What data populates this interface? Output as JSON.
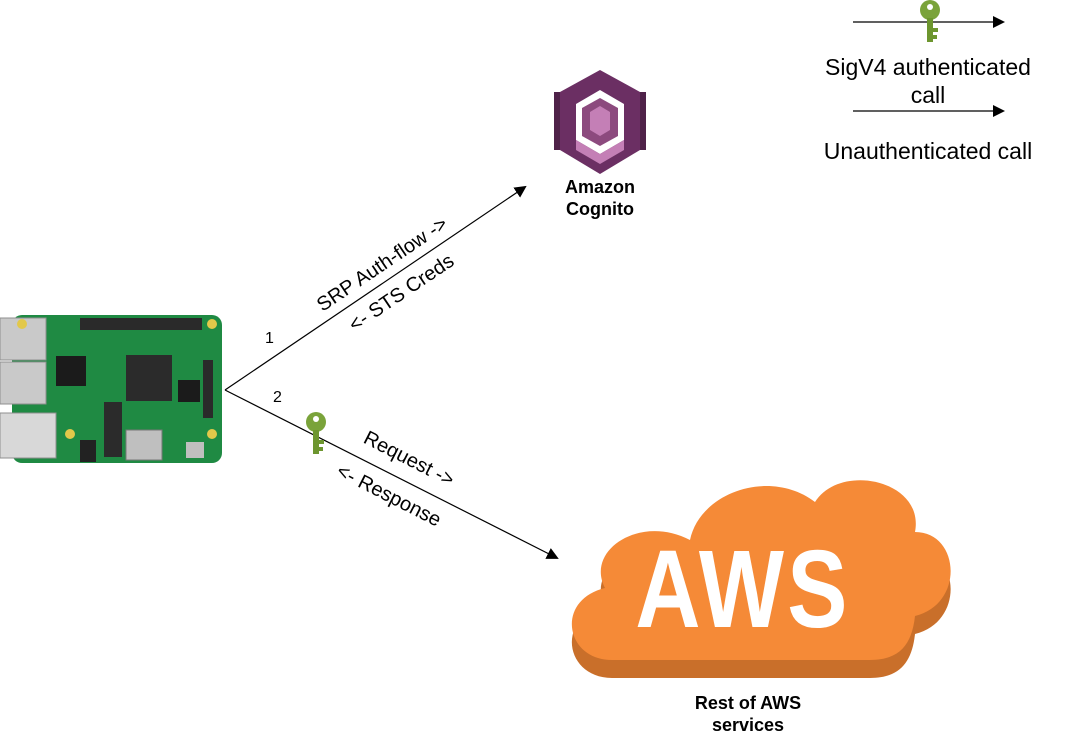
{
  "legend": {
    "authenticated_label": "SigV4 authenticated call",
    "unauthenticated_label": "Unauthenticated call"
  },
  "nodes": {
    "cognito_label": "Amazon Cognito",
    "aws_logo_text": "AWS",
    "aws_services_label": "Rest of AWS services"
  },
  "edges": {
    "step1_number": "1",
    "step1_forward": "SRP Auth-flow ->",
    "step1_return": "<- STS Creds",
    "step2_number": "2",
    "step2_forward": "Request ->",
    "step2_return": "<- Response"
  },
  "colors": {
    "cognito_purple": "#8c4a7e",
    "cognito_light": "#c47fb6",
    "aws_orange": "#f58a37",
    "aws_orange_dark": "#c96f2a",
    "key_green": "#7aa33a",
    "pcb_green": "#1f8a43"
  },
  "icons": [
    "raspberry-pi-board",
    "cognito-icon",
    "aws-cloud-icon",
    "key-icon"
  ]
}
